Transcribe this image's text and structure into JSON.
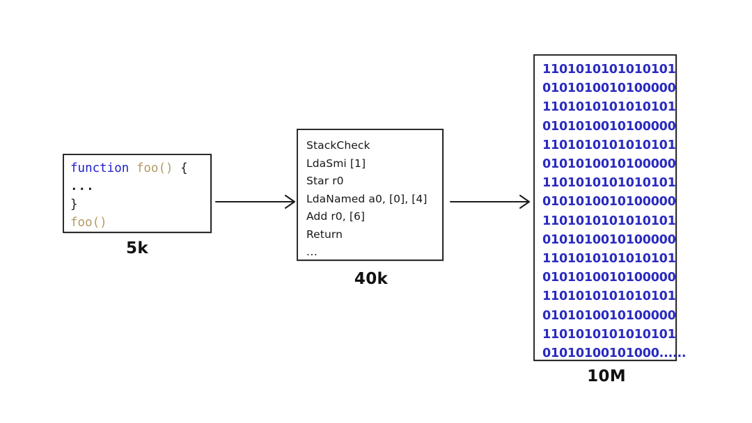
{
  "diagram": {
    "title": "JavaScript compilation pipeline size growth",
    "accent_blue": "#2a2ac0",
    "code_keyword_color": "#2020d0",
    "code_function_color": "#b39b63",
    "box_border_color": "#2b2b2b"
  },
  "source_box": {
    "name": "javascript-source-code",
    "lines": [
      {
        "kw": "function",
        "fn": " foo()",
        "pun": " {"
      }
    ],
    "line1_keyword": "function",
    "line1_fn": "foo()",
    "line1_brace": "{",
    "line2": "...",
    "line3": "}",
    "line4_call": "foo()",
    "size_label": "5k"
  },
  "bytecode_box": {
    "name": "ignition-bytecode",
    "lines": [
      "StackCheck",
      "LdaSmi [1]",
      "Star r0",
      "LdaNamed a0, [0], [4]",
      "Add r0, [6]",
      "Return"
    ],
    "ellipsis": "...",
    "size_label": "40k"
  },
  "machine_box": {
    "name": "machine-code-binary",
    "lines": [
      "1101010101010101",
      "0101010010100000",
      "1101010101010101",
      "0101010010100000",
      "1101010101010101",
      "0101010010100000",
      "1101010101010101",
      "0101010010100000",
      "1101010101010101",
      "0101010010100000",
      "1101010101010101",
      "0101010010100000",
      "1101010101010101",
      "0101010010100000",
      "1101010101010101",
      "01010100101000......"
    ],
    "size_label": "10M"
  },
  "arrows": [
    {
      "name": "arrow-source-to-bytecode",
      "from": "source_box",
      "to": "bytecode_box"
    },
    {
      "name": "arrow-bytecode-to-machine",
      "from": "bytecode_box",
      "to": "machine_box"
    }
  ]
}
